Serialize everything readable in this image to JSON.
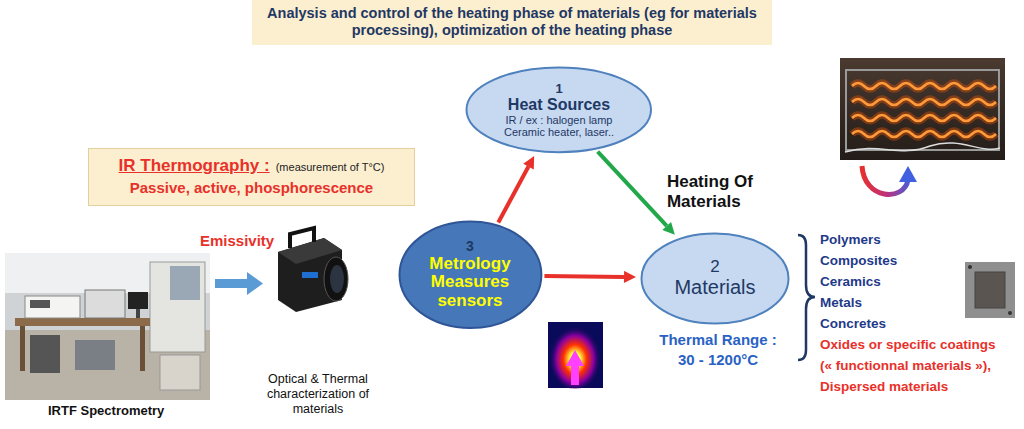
{
  "diagram": {
    "title": "Analysis and control of the heating phase of materials (eg for materials processing), optimization of the heating phase",
    "nodes": [
      {
        "text": [
          "1",
          "Heat Sources",
          "IR / ex : halogen lamp Ceramic heater, laser.."
        ]
      },
      {
        "text": [
          "IR Thermography :",
          "(measurement of T°C)",
          "Passive, active, phosphorescence"
        ]
      },
      {
        "text": [
          "3",
          "Metrology Measures sensors"
        ]
      },
      {
        "text": [
          "2",
          "Materials"
        ]
      }
    ],
    "edges": [
      {
        "from": 2,
        "to": 0,
        "arrow": "to"
      },
      {
        "from": 0,
        "to": 3,
        "arrow": "to",
        "label": "Heating Of Materials"
      },
      {
        "from": 2,
        "to": 3,
        "arrow": "to"
      }
    ],
    "labels": [
      "Emissivity",
      "IRTF Spectrometry",
      "Optical & Thermal characterization of materials",
      "Polymers",
      "Composites",
      "Ceramics",
      "Metals",
      "Concretes",
      "Oxides or specific coatings",
      "(« functionnal materials »),",
      "Dispersed materials",
      "Thermal Range :",
      "30 - 1200°C"
    ]
  }
}
